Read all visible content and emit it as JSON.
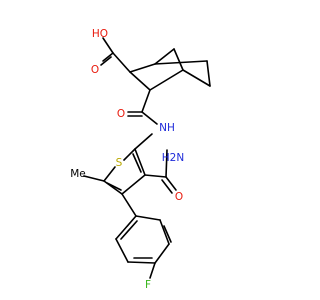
{
  "molecule": {
    "colors": {
      "bond": "#000000",
      "oxygen": "#e8190c",
      "nitrogen": "#1f2bd9",
      "sulfur": "#b9a800",
      "fluorine": "#37b51a",
      "background": "#ffffff"
    },
    "labels": {
      "hydroxyl": "HO",
      "acid_carbonyl_o": "O",
      "amide_carbonyl_o": "O",
      "amide_nh": "NH",
      "thiophene_s": "S",
      "carboxamide_nh2": "H2N",
      "carboxamide_o": "O",
      "methyl": "Me",
      "fluorine": "F"
    }
  }
}
